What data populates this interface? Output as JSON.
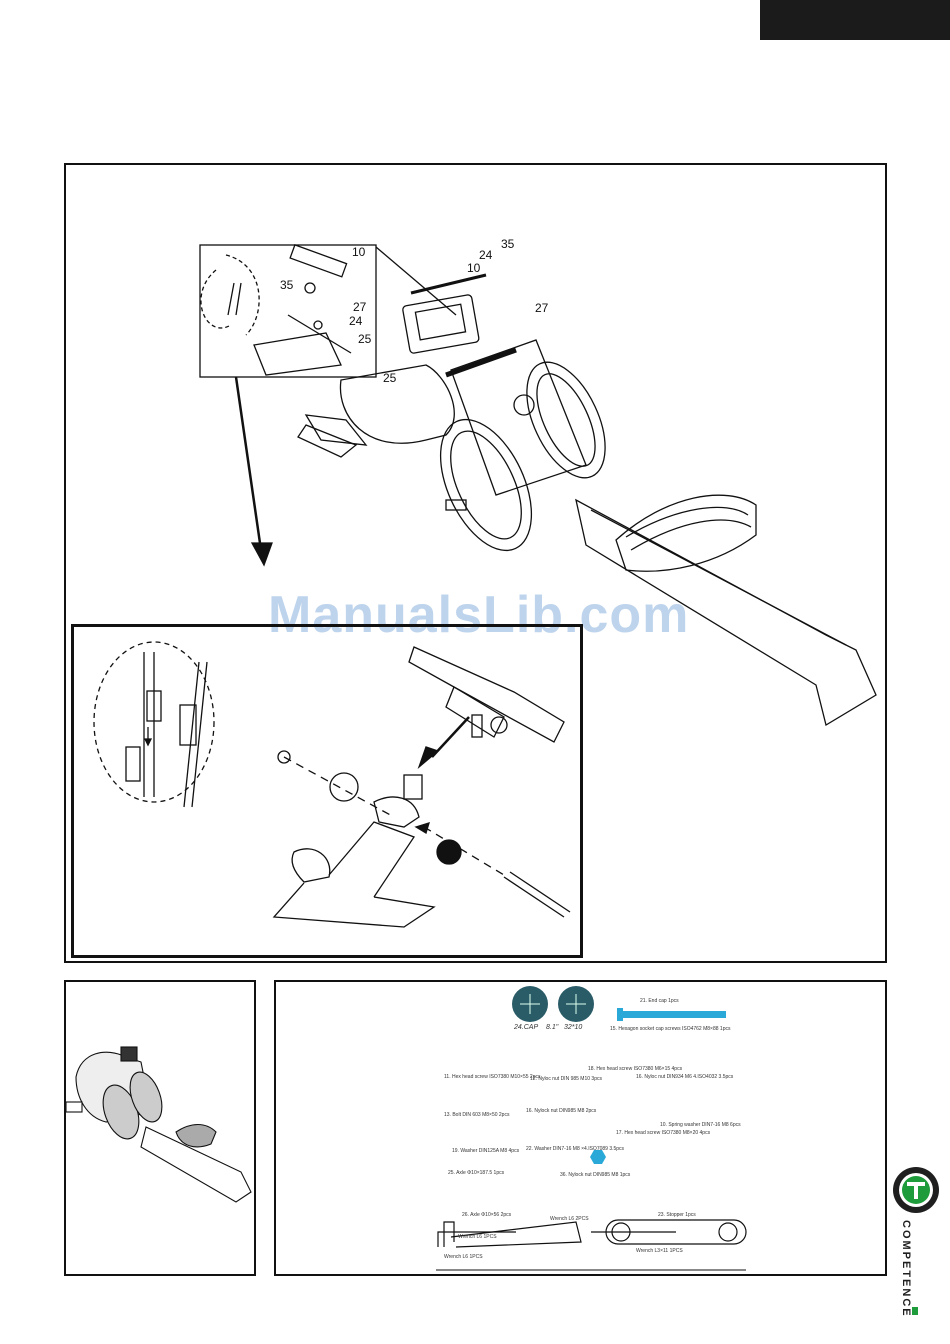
{
  "callouts": {
    "c10a": "10",
    "c10b": "10",
    "c24a": "24",
    "c24b": "24",
    "c25a": "25",
    "c25b": "25",
    "c27a": "27",
    "c27b": "27",
    "c35a": "35",
    "c35b": "35"
  },
  "watermark": "ManualsLib.com",
  "parts": {
    "cap_label_1": "24.CAP",
    "cap_label_2": "8.1\"",
    "cap_label_3": "32*10",
    "p21": "21. End cap 1pcs",
    "p15": "15. Hexagon socket cap screws ISO4762 M8×88 1pcs",
    "p18": "18. Hex head screw ISO7380 M6×15 4pcs",
    "p11": "11. Hex head screw ISO7380 M10×55 2pcs",
    "p12": "12. Nyloc nut DIN 985 M10 3pcs",
    "p16a": "16. Nyloc nut DIN934 M6 4.ISO4032 3.5pcs",
    "p13": "13. Bolt DIN 603 M8×50 2pcs",
    "p16": "16. Nylock nut DIN985 M8 2pcs",
    "p10": "10. Spring washer DIN7-16 M8 6pcs",
    "p17": "17. Hex head screw ISO7380 M8×20 4pcs",
    "p19": "19. Washer DIN125A M8 4pcs",
    "p22": "22. Washer DIN7-16 M8 ×4.ISO7089 3.5pcs",
    "p25": "25. Axle Φ10×187.5 1pcs",
    "p36": "36. Nylock nut DIN985 M8 1pcs",
    "p26": "26. Axle Φ10×56 2pcs",
    "w1": "Wrench L6 2PCS",
    "w2": "Wrench L6 1PCS",
    "w3": "Wrench L6 1PCS",
    "w4": "Wrench L3×11 1PCS",
    "p23": "23. Stopper 1pcs"
  },
  "colors": {
    "accent_green": "#1e9b3a",
    "cap_teal": "#2a5c68",
    "axle_blue": "#2aa9d8",
    "watermark": "#a9c6e6"
  },
  "brand": "COMPETENCE"
}
